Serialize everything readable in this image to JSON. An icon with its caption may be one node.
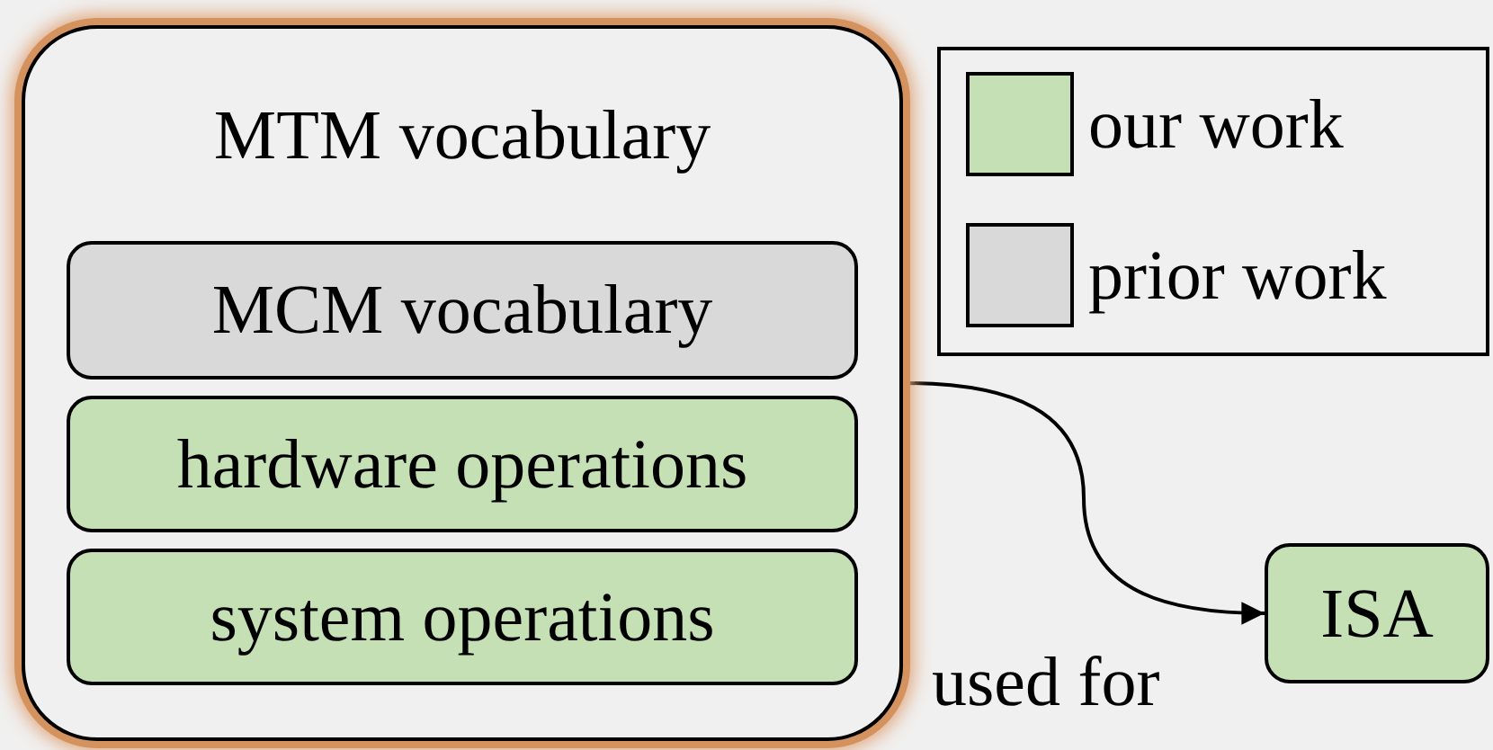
{
  "diagram": {
    "nodes": [
      {
        "text": [
          "MTM vocabulary"
        ]
      },
      {
        "text": [
          "MCM vocabulary"
        ],
        "in": 0
      },
      {
        "text": [
          "hardware operations"
        ],
        "in": 0
      },
      {
        "text": [
          "system operations"
        ],
        "in": 0
      },
      {
        "text": [
          "ISA"
        ]
      }
    ],
    "edges": [
      {
        "from": 0,
        "to": 4,
        "arrow": "to",
        "label": "used for"
      }
    ],
    "legend": [
      {
        "text": "our work",
        "color": "#c5e0b4"
      },
      {
        "text": "prior work",
        "color": "#d9d9d9"
      }
    ]
  }
}
